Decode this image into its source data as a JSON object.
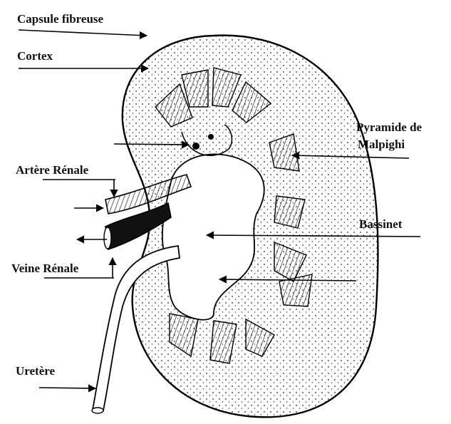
{
  "labels": {
    "capsule": "Capsule fibreuse",
    "cortex": "Cortex",
    "pyramide_line1": "Pyramide de",
    "pyramide_line2": "Malpighi",
    "artere": "Artère Rénale",
    "bassinet": "Bassinet",
    "veine": "Veine Rénale",
    "uretere": "Uretère"
  },
  "colors": {
    "ink": "#000000",
    "annotation": "#2c4fd6"
  }
}
